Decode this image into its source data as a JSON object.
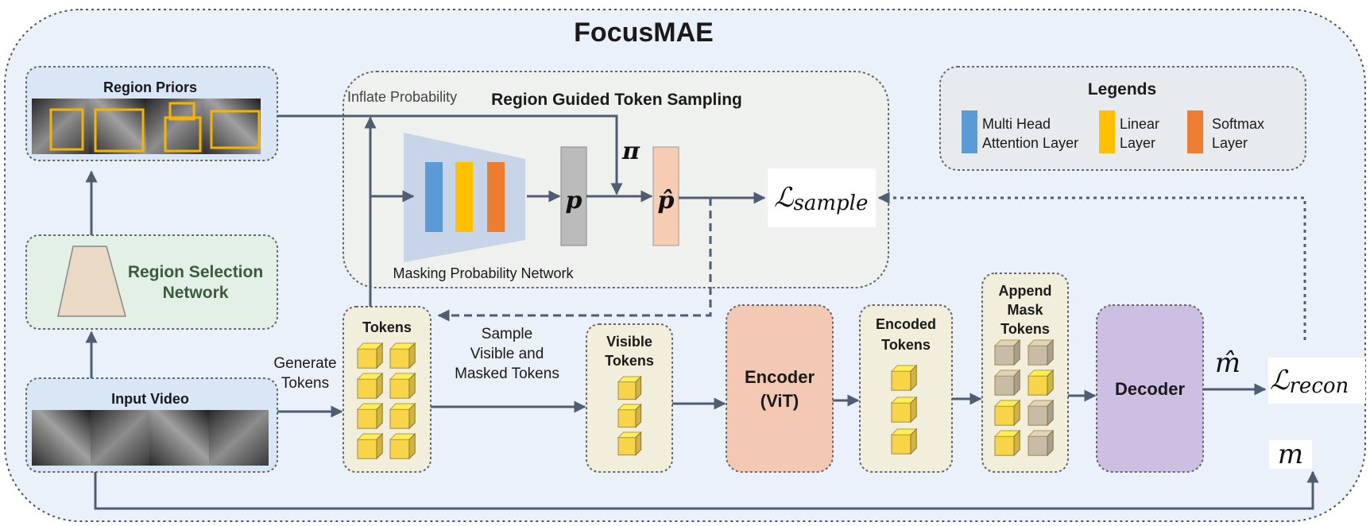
{
  "title": "FocusMAE",
  "region_priors": {
    "label": "Region Priors"
  },
  "region_selection": {
    "line1": "Region Selection",
    "line2": "Network"
  },
  "input_video": {
    "label": "Input Video"
  },
  "generate_tokens": {
    "line1": "Generate",
    "line2": "Tokens"
  },
  "rgts": {
    "title": "Region Guided Token Sampling",
    "inflate_label": "Inflate Probability",
    "network_label": "Masking Probability Network",
    "p_symbol": "p",
    "p_hat_symbol": "p̂",
    "pi_symbol": "π",
    "loss_sample": {
      "main": "ℒ",
      "sub": "sample"
    }
  },
  "legend": {
    "title": "Legends",
    "items": [
      {
        "line1": "Multi Head",
        "line2": "Attention Layer",
        "color": "#5B9BD5"
      },
      {
        "line1": "Linear",
        "line2": "Layer",
        "color": "#FFC000"
      },
      {
        "line1": "Softmax",
        "line2": "Layer",
        "color": "#ED7D31"
      }
    ]
  },
  "tokens": {
    "label": "Tokens"
  },
  "sample_label": {
    "line1": "Sample",
    "line2": "Visible and",
    "line3": "Masked Tokens"
  },
  "visible_tokens": {
    "line1": "Visible",
    "line2": "Tokens"
  },
  "encoder": {
    "line1": "Encoder",
    "line2": "(ViT)"
  },
  "encoded_tokens": {
    "line1": "Encoded",
    "line2": "Tokens"
  },
  "append_mask": {
    "line1": "Append",
    "line2": "Mask",
    "line3": "Tokens"
  },
  "decoder": {
    "label": "Decoder"
  },
  "m_hat_symbol": "m̂",
  "m_symbol": "m",
  "loss_recon": {
    "main": "ℒ",
    "sub": "recon"
  },
  "colors": {
    "background": "#EAF1FA",
    "region_selection_fill": "#E3F0E6",
    "input_video_fill": "#D9E6F5",
    "rgts_fill": "#EEF1EE",
    "legend_fill": "#E8EBEE",
    "token_panel_fill": "#F2EEDC",
    "encoder_fill": "#F3C9B3",
    "decoder_fill": "#CDBFE3",
    "token_cube": "#F8D548",
    "mask_cube": "#C8BCA6",
    "p_bar": "#BBBBBB",
    "p_hat_bar": "#F6CCB2",
    "arrow": "#4E5D72",
    "bbox": "#F5B400"
  }
}
